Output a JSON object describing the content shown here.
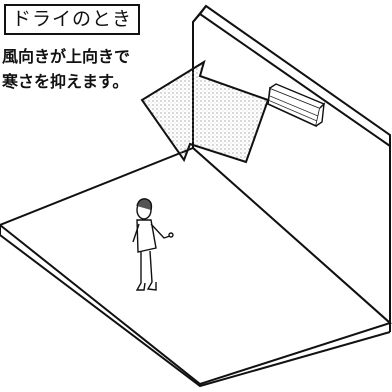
{
  "diagram": {
    "title": "ドライのとき",
    "caption": {
      "line1": "風向きが上向きで",
      "line2": "寒さを抑えます。"
    }
  }
}
